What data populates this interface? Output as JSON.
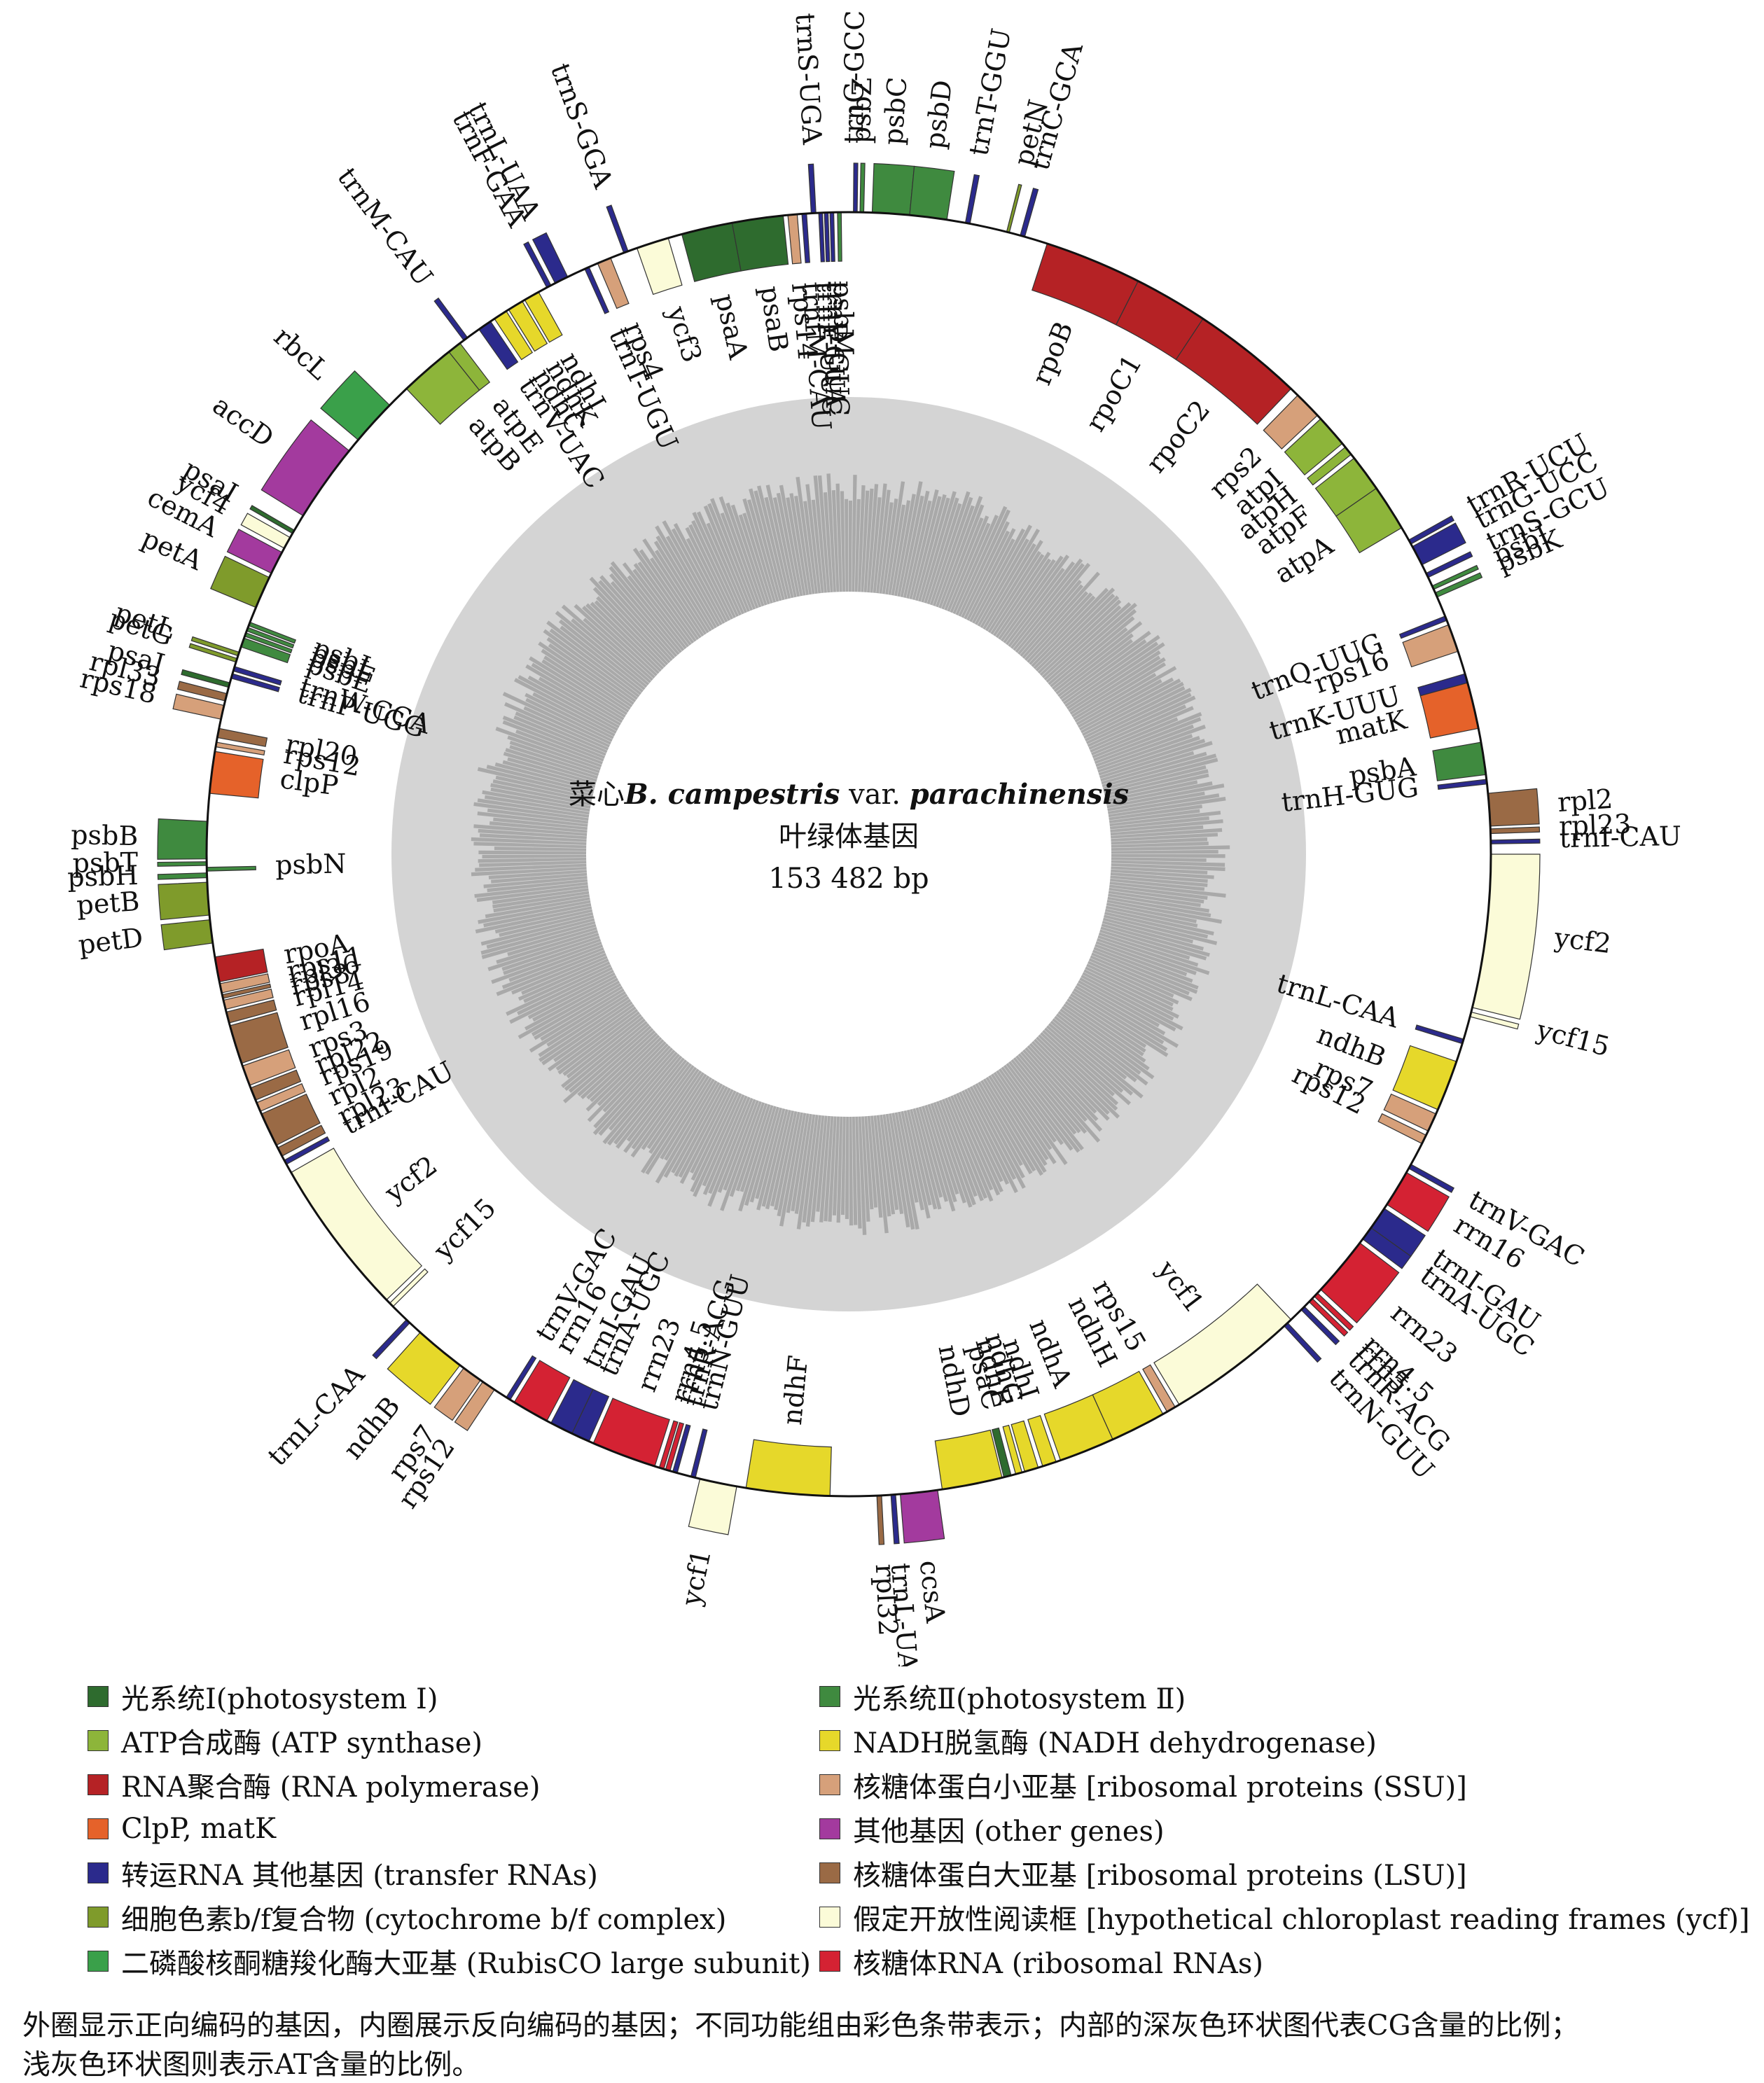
{
  "title": {
    "line1_prefix": "菜心",
    "line1_species": "B. campestris",
    "line1_mid": " var. ",
    "line1_variety": "parachinensis",
    "line2": "叶绿体基因",
    "line3": "153 482 bp"
  },
  "colors": {
    "ps1": "#2e6b2e",
    "ps2": "#3f8a3f",
    "atp": "#8db53a",
    "ndh": "#e6d82a",
    "rpo": "#b52225",
    "ssu": "#d6a07a",
    "clp": "#e5622a",
    "other": "#a33a9e",
    "trna": "#2b2a8c",
    "lsu": "#9a6a45",
    "cyt": "#7f9b2b",
    "ycf": "#fbfbd8",
    "rbcl": "#3aa04a",
    "rrna": "#d42233"
  },
  "genes": [
    {
      "name": "trnG-GCC",
      "start": 0.5,
      "end": 0.9,
      "strand": "out",
      "group": "trna"
    },
    {
      "name": "psbZ",
      "start": 1.2,
      "end": 1.6,
      "strand": "out",
      "group": "ps2"
    },
    {
      "name": "psbC",
      "start": 2.5,
      "end": 6.5,
      "strand": "out",
      "group": "ps2"
    },
    {
      "name": "psbD",
      "start": 6.5,
      "end": 10.5,
      "strand": "out",
      "group": "ps2"
    },
    {
      "name": "trnT-GGU",
      "start": 12.5,
      "end": 13.0,
      "strand": "out",
      "group": "trna"
    },
    {
      "name": "petN",
      "start": 17.0,
      "end": 17.3,
      "strand": "out",
      "group": "cyt"
    },
    {
      "name": "trnC-GCA",
      "start": 18.5,
      "end": 19.0,
      "strand": "out",
      "group": "trna"
    },
    {
      "name": "rpoB",
      "start": 21.5,
      "end": 32.0,
      "strand": "in",
      "group": "rpo"
    },
    {
      "name": "rpoC1",
      "start": 32.0,
      "end": 40.0,
      "strand": "in",
      "group": "rpo"
    },
    {
      "name": "rpoC2",
      "start": 40.0,
      "end": 52.0,
      "strand": "in",
      "group": "rpo"
    },
    {
      "name": "rps2",
      "start": 53.0,
      "end": 56.0,
      "strand": "in",
      "group": "ssu"
    },
    {
      "name": "atpI",
      "start": 56.5,
      "end": 60.0,
      "strand": "in",
      "group": "atp"
    },
    {
      "name": "atpH",
      "start": 60.5,
      "end": 61.5,
      "strand": "in",
      "group": "atp"
    },
    {
      "name": "atpF",
      "start": 62.0,
      "end": 66.0,
      "strand": "in",
      "group": "atp"
    },
    {
      "name": "atpA",
      "start": 66.0,
      "end": 71.0,
      "strand": "in",
      "group": "atp"
    },
    {
      "name": "trnR-UCU",
      "start": 72.5,
      "end": 73.0,
      "strand": "out",
      "group": "trna"
    },
    {
      "name": "trnG-UCC",
      "start": 73.3,
      "end": 75.5,
      "strand": "out",
      "group": "trna"
    },
    {
      "name": "trnS-GCU",
      "start": 76.5,
      "end": 77.0,
      "strand": "out",
      "group": "trna"
    },
    {
      "name": "psbI",
      "start": 78.0,
      "end": 78.4,
      "strand": "out",
      "group": "ps2"
    },
    {
      "name": "psbK",
      "start": 78.8,
      "end": 79.3,
      "strand": "out",
      "group": "ps2"
    },
    {
      "name": "trnQ-UUG",
      "start": 81.5,
      "end": 82.0,
      "strand": "in",
      "group": "trna"
    },
    {
      "name": "rps16",
      "start": 82.5,
      "end": 85.5,
      "strand": "in",
      "group": "ssu"
    },
    {
      "name": "trnK-UUU",
      "start": 88.0,
      "end": 89.0,
      "strand": "in",
      "group": "trna"
    },
    {
      "name": "matK",
      "start": 89.0,
      "end": 94.0,
      "strand": "in",
      "group": "clp"
    },
    {
      "name": "psbA",
      "start": 95.5,
      "end": 99.0,
      "strand": "in",
      "group": "ps2"
    },
    {
      "name": "trnH-GUG",
      "start": 99.5,
      "end": 100.0,
      "strand": "in",
      "group": "trna"
    },
    {
      "name": "rpl2",
      "start": 101.0,
      "end": 104.5,
      "strand": "out",
      "group": "lsu"
    },
    {
      "name": "rpl23",
      "start": 104.8,
      "end": 105.3,
      "strand": "out",
      "group": "lsu"
    },
    {
      "name": "trnI-CAU",
      "start": 106.0,
      "end": 106.4,
      "strand": "out",
      "group": "trna"
    },
    {
      "name": "ycf2",
      "start": 107.5,
      "end": 124.0,
      "strand": "out",
      "group": "ycf"
    },
    {
      "name": "ycf15",
      "start": 124.5,
      "end": 125.0,
      "strand": "out",
      "group": "ycf"
    },
    {
      "name": "trnL-CAA",
      "start": 127.5,
      "end": 128.0,
      "strand": "in",
      "group": "trna"
    },
    {
      "name": "ndhB",
      "start": 130.0,
      "end": 135.5,
      "strand": "in",
      "group": "ndh"
    },
    {
      "name": "rps7",
      "start": 136.0,
      "end": 138.0,
      "strand": "in",
      "group": "ssu"
    },
    {
      "name": "rps12",
      "start": 138.5,
      "end": 139.5,
      "strand": "in",
      "group": "ssu"
    },
    {
      "name": "trnV-GAC",
      "start": 142.0,
      "end": 142.5,
      "strand": "out",
      "group": "trna"
    },
    {
      "name": "rrn16",
      "start": 143.0,
      "end": 147.0,
      "strand": "out",
      "group": "rrna"
    },
    {
      "name": "trnI-GAU",
      "start": 147.5,
      "end": 150.0,
      "strand": "out",
      "group": "trna"
    },
    {
      "name": "trnA-UGC",
      "start": 150.0,
      "end": 151.5,
      "strand": "out",
      "group": "trna"
    },
    {
      "name": "rrn23",
      "start": 152.0,
      "end": 158.5,
      "strand": "out",
      "group": "rrna"
    },
    {
      "name": "rrn4.5",
      "start": 159.0,
      "end": 159.5,
      "strand": "out",
      "group": "rrna"
    },
    {
      "name": "rrn5",
      "start": 159.8,
      "end": 160.3,
      "strand": "out",
      "group": "rrna"
    },
    {
      "name": "trnR-ACG",
      "start": 161.0,
      "end": 161.5,
      "strand": "out",
      "group": "trna"
    },
    {
      "name": "ycf1",
      "start": 163.0,
      "end": 178.0,
      "strand": "in",
      "group": "ycf"
    },
    {
      "name": "trnN-GUU",
      "start": 163.5,
      "end": 164.0,
      "strand": "out",
      "group": "trna"
    },
    {
      "name": "rps15",
      "start": 178.5,
      "end": 179.5,
      "strand": "in",
      "group": "ssu"
    },
    {
      "name": "ndhH",
      "start": 180.0,
      "end": 186.0,
      "strand": "in",
      "group": "ndh"
    },
    {
      "name": "ndhA",
      "start": 186.0,
      "end": 192.0,
      "strand": "in",
      "group": "ndh"
    },
    {
      "name": "ndhI",
      "start": 192.5,
      "end": 194.0,
      "strand": "in",
      "group": "ndh"
    },
    {
      "name": "ndhG",
      "start": 194.5,
      "end": 196.0,
      "strand": "in",
      "group": "ndh"
    },
    {
      "name": "ndhE",
      "start": 196.3,
      "end": 197.0,
      "strand": "in",
      "group": "ndh"
    },
    {
      "name": "psaC",
      "start": 197.5,
      "end": 198.3,
      "strand": "in",
      "group": "ps1"
    },
    {
      "name": "ndhD",
      "start": 198.5,
      "end": 205.0,
      "strand": "in",
      "group": "ndh"
    },
    {
      "name": "ccsA",
      "start": 205.5,
      "end": 209.5,
      "strand": "out",
      "group": "other"
    },
    {
      "name": "trnL-UAG",
      "start": 210.0,
      "end": 210.5,
      "strand": "out",
      "group": "trna"
    },
    {
      "name": "rpl32",
      "start": 211.5,
      "end": 212.0,
      "strand": "out",
      "group": "lsu"
    },
    {
      "name": "ndhF",
      "start": 217.0,
      "end": 226.0,
      "strand": "in",
      "group": "ndh"
    },
    {
      "name": "ycf1",
      "start": 227.0,
      "end": 231.0,
      "strand": "out",
      "group": "ycf"
    },
    {
      "name": "trnN-GUU",
      "start": 231.5,
      "end": 232.0,
      "strand": "in",
      "group": "trna"
    },
    {
      "name": "trnR-ACG",
      "start": 233.5,
      "end": 234.0,
      "strand": "in",
      "group": "trna"
    },
    {
      "name": "rrn5",
      "start": 234.3,
      "end": 234.8,
      "strand": "in",
      "group": "rrna"
    },
    {
      "name": "rrn4.5",
      "start": 235.0,
      "end": 235.5,
      "strand": "in",
      "group": "rrna"
    },
    {
      "name": "rrn23",
      "start": 236.0,
      "end": 243.0,
      "strand": "in",
      "group": "rrna"
    },
    {
      "name": "trnA-UGC",
      "start": 243.5,
      "end": 245.5,
      "strand": "in",
      "group": "trna"
    },
    {
      "name": "trnI-GAU",
      "start": 245.5,
      "end": 248.0,
      "strand": "in",
      "group": "trna"
    },
    {
      "name": "rrn16",
      "start": 248.5,
      "end": 252.5,
      "strand": "in",
      "group": "rrna"
    },
    {
      "name": "trnV-GAC",
      "start": 253.0,
      "end": 253.5,
      "strand": "in",
      "group": "trna"
    },
    {
      "name": "rps12",
      "start": 255.0,
      "end": 256.5,
      "strand": "out",
      "group": "ssu"
    },
    {
      "name": "rps7",
      "start": 256.8,
      "end": 259.0,
      "strand": "out",
      "group": "ssu"
    },
    {
      "name": "ndhB",
      "start": 259.5,
      "end": 265.0,
      "strand": "out",
      "group": "ndh"
    },
    {
      "name": "trnL-CAA",
      "start": 266.5,
      "end": 267.0,
      "strand": "out",
      "group": "trna"
    },
    {
      "name": "ycf15",
      "start": 269.0,
      "end": 269.5,
      "strand": "in",
      "group": "ycf"
    },
    {
      "name": "ycf2",
      "start": 270.0,
      "end": 287.0,
      "strand": "in",
      "group": "ycf"
    },
    {
      "name": "trnI-CAU",
      "start": 288.0,
      "end": 288.5,
      "strand": "in",
      "group": "trna"
    },
    {
      "name": "rpl23",
      "start": 289.0,
      "end": 290.0,
      "strand": "in",
      "group": "lsu"
    },
    {
      "name": "rpl2",
      "start": 290.3,
      "end": 294.0,
      "strand": "in",
      "group": "lsu"
    },
    {
      "name": "rps19",
      "start": 294.3,
      "end": 295.3,
      "strand": "in",
      "group": "ssu"
    },
    {
      "name": "rpl22",
      "start": 295.6,
      "end": 297.0,
      "strand": "in",
      "group": "lsu"
    },
    {
      "name": "rps3",
      "start": 297.3,
      "end": 299.5,
      "strand": "in",
      "group": "ssu"
    },
    {
      "name": "rpl16",
      "start": 299.8,
      "end": 304.0,
      "strand": "in",
      "group": "lsu"
    },
    {
      "name": "rpl14",
      "start": 304.3,
      "end": 305.5,
      "strand": "in",
      "group": "lsu"
    },
    {
      "name": "rps8",
      "start": 305.8,
      "end": 306.8,
      "strand": "in",
      "group": "ssu"
    },
    {
      "name": "rpl36",
      "start": 307.0,
      "end": 307.4,
      "strand": "in",
      "group": "lsu"
    },
    {
      "name": "rps11",
      "start": 307.6,
      "end": 308.6,
      "strand": "in",
      "group": "ssu"
    },
    {
      "name": "rpoA",
      "start": 308.8,
      "end": 311.5,
      "strand": "in",
      "group": "rpo"
    },
    {
      "name": "petD",
      "start": 313.0,
      "end": 315.5,
      "strand": "out",
      "group": "cyt"
    },
    {
      "name": "petB",
      "start": 316.0,
      "end": 319.5,
      "strand": "out",
      "group": "cyt"
    },
    {
      "name": "psbH",
      "start": 320.0,
      "end": 320.5,
      "strand": "out",
      "group": "ps2"
    },
    {
      "name": "psbN",
      "start": 320.7,
      "end": 321.1,
      "strand": "in",
      "group": "ps2"
    },
    {
      "name": "psbT",
      "start": 321.3,
      "end": 321.7,
      "strand": "out",
      "group": "ps2"
    },
    {
      "name": "psbB",
      "start": 322.0,
      "end": 326.0,
      "strand": "out",
      "group": "ps2"
    },
    {
      "name": "clpP",
      "start": 329.0,
      "end": 333.5,
      "strand": "in",
      "group": "clp"
    },
    {
      "name": "rps12",
      "start": 334.0,
      "end": 334.5,
      "strand": "in",
      "group": "ssu"
    },
    {
      "name": "rpl20",
      "start": 335.0,
      "end": 336.0,
      "strand": "in",
      "group": "lsu"
    },
    {
      "name": "rps18",
      "start": 337.0,
      "end": 338.5,
      "strand": "out",
      "group": "ssu"
    },
    {
      "name": "rpl33",
      "start": 339.0,
      "end": 339.8,
      "strand": "out",
      "group": "lsu"
    },
    {
      "name": "psaJ",
      "start": 340.5,
      "end": 341.0,
      "strand": "out",
      "group": "ps1"
    },
    {
      "name": "trnP-UGG",
      "start": 341.5,
      "end": 342.0,
      "strand": "in",
      "group": "trna"
    },
    {
      "name": "trnW-CCA",
      "start": 342.3,
      "end": 342.8,
      "strand": "in",
      "group": "trna"
    },
    {
      "name": "petG",
      "start": 343.3,
      "end": 343.7,
      "strand": "out",
      "group": "cyt"
    },
    {
      "name": "petL",
      "start": 344.0,
      "end": 344.4,
      "strand": "out",
      "group": "cyt"
    },
    {
      "name": "psbE",
      "start": 345.0,
      "end": 346.0,
      "strand": "in",
      "group": "ps2"
    },
    {
      "name": "psbF",
      "start": 346.2,
      "end": 346.6,
      "strand": "in",
      "group": "ps2"
    },
    {
      "name": "psbL",
      "start": 346.8,
      "end": 347.2,
      "strand": "in",
      "group": "ps2"
    },
    {
      "name": "psbJ",
      "start": 347.4,
      "end": 347.8,
      "strand": "in",
      "group": "ps2"
    },
    {
      "name": "petA",
      "start": 349.5,
      "end": 353.0,
      "strand": "out",
      "group": "cyt"
    },
    {
      "name": "cemA",
      "start": 353.5,
      "end": 356.0,
      "strand": "out",
      "group": "other"
    },
    {
      "name": "ycf4",
      "start": 356.5,
      "end": 357.8,
      "strand": "out",
      "group": "ycf"
    },
    {
      "name": "psaI",
      "start": 358.3,
      "end": 358.7,
      "strand": "out",
      "group": "ps1"
    },
    {
      "name": "accD",
      "start": 360.5,
      "end": 369.0,
      "strand": "out",
      "group": "other"
    },
    {
      "name": "rbcL",
      "start": 370.5,
      "end": 375.5,
      "strand": "out",
      "group": "rbcl"
    },
    {
      "name": "atpB",
      "start": 378.0,
      "end": 384.0,
      "strand": "in",
      "group": "atp"
    },
    {
      "name": "atpE",
      "start": 384.0,
      "end": 385.5,
      "strand": "in",
      "group": "atp"
    },
    {
      "name": "trnM-CAU",
      "start": 386.0,
      "end": 386.5,
      "strand": "out",
      "group": "trna"
    },
    {
      "name": "trnV-UAC",
      "start": 388.0,
      "end": 389.5,
      "strand": "in",
      "group": "trna"
    },
    {
      "name": "ndhC",
      "start": 390.0,
      "end": 391.5,
      "strand": "in",
      "group": "ndh"
    },
    {
      "name": "ndhK",
      "start": 391.8,
      "end": 393.5,
      "strand": "in",
      "group": "ndh"
    },
    {
      "name": "ndhJ",
      "start": 393.8,
      "end": 395.5,
      "strand": "in",
      "group": "ndh"
    },
    {
      "name": "trnF-GAA",
      "start": 396.5,
      "end": 397.0,
      "strand": "out",
      "group": "trna"
    },
    {
      "name": "trnL-UAA",
      "start": 397.5,
      "end": 399.0,
      "strand": "out",
      "group": "trna"
    },
    {
      "name": "trnT-UGU",
      "start": 401.0,
      "end": 401.5,
      "strand": "in",
      "group": "trna"
    },
    {
      "name": "rps4",
      "start": 402.5,
      "end": 404.0,
      "strand": "in",
      "group": "ssu"
    },
    {
      "name": "trnS-GGA",
      "start": 405.5,
      "end": 406.0,
      "strand": "out",
      "group": "trna"
    },
    {
      "name": "ycf3",
      "start": 407.0,
      "end": 410.5,
      "strand": "in",
      "group": "ycf"
    },
    {
      "name": "psaA",
      "start": 412.0,
      "end": 417.5,
      "strand": "in",
      "group": "ps1"
    },
    {
      "name": "psaB",
      "start": 417.5,
      "end": 423.0,
      "strand": "in",
      "group": "ps1"
    },
    {
      "name": "rps14",
      "start": 423.5,
      "end": 424.5,
      "strand": "in",
      "group": "ssu"
    },
    {
      "name": "trnfM-CAU",
      "start": 425.0,
      "end": 425.5,
      "strand": "in",
      "group": "trna"
    },
    {
      "name": "trnS-UGA",
      "start": 426.0,
      "end": 426.5,
      "strand": "out",
      "group": "trna"
    },
    {
      "name": "trnE-UUC",
      "start": 426.8,
      "end": 427.2,
      "strand": "in",
      "group": "trna"
    },
    {
      "name": "trnY-GUA",
      "start": 427.4,
      "end": 427.8,
      "strand": "in",
      "group": "trna"
    },
    {
      "name": "trnD-GUC",
      "start": 428.0,
      "end": 428.4,
      "strand": "in",
      "group": "trna"
    },
    {
      "name": "psbM",
      "start": 428.8,
      "end": 429.2,
      "strand": "in",
      "group": "ps2"
    }
  ],
  "legend": [
    {
      "label": "光系统Ⅰ(photosystem Ⅰ)",
      "group": "ps1"
    },
    {
      "label": "光系统Ⅱ(photosystem Ⅱ)",
      "group": "ps2"
    },
    {
      "label": "ATP合成酶 (ATP synthase)",
      "group": "atp"
    },
    {
      "label": "NADH脱氢酶 (NADH dehydrogenase)",
      "group": "ndh"
    },
    {
      "label": "RNA聚合酶 (RNA polymerase)",
      "group": "rpo"
    },
    {
      "label": "核糖体蛋白小亚基 [ribosomal proteins (SSU)]",
      "group": "ssu"
    },
    {
      "label": "ClpP, matK",
      "group": "clp"
    },
    {
      "label": "其他基因 (other genes)",
      "group": "other"
    },
    {
      "label": "转运RNA 其他基因 (transfer RNAs)",
      "group": "trna"
    },
    {
      "label": "核糖体蛋白大亚基 [ribosomal proteins (LSU)]",
      "group": "lsu"
    },
    {
      "label": "细胞色素b/f复合物 (cytochrome b/f complex)",
      "group": "cyt"
    },
    {
      "label": "假定开放性阅读框 [hypothetical chloroplast reading frames (ycf)]",
      "group": "ycf"
    },
    {
      "label": "二磷酸核酮糖羧化酶大亚基 (RubisCO large subunit)",
      "group": "rbcl"
    },
    {
      "label": "核糖体RNA (ribosomal RNAs)",
      "group": "rrna"
    }
  ],
  "caption": {
    "line1": "外圈显示正向编码的基因，内圈展示反向编码的基因；不同功能组由彩色条带表示；内部的深灰色环状图代表CG含量的比例；",
    "line2": "浅灰色环状图则表示AT含量的比例。"
  }
}
